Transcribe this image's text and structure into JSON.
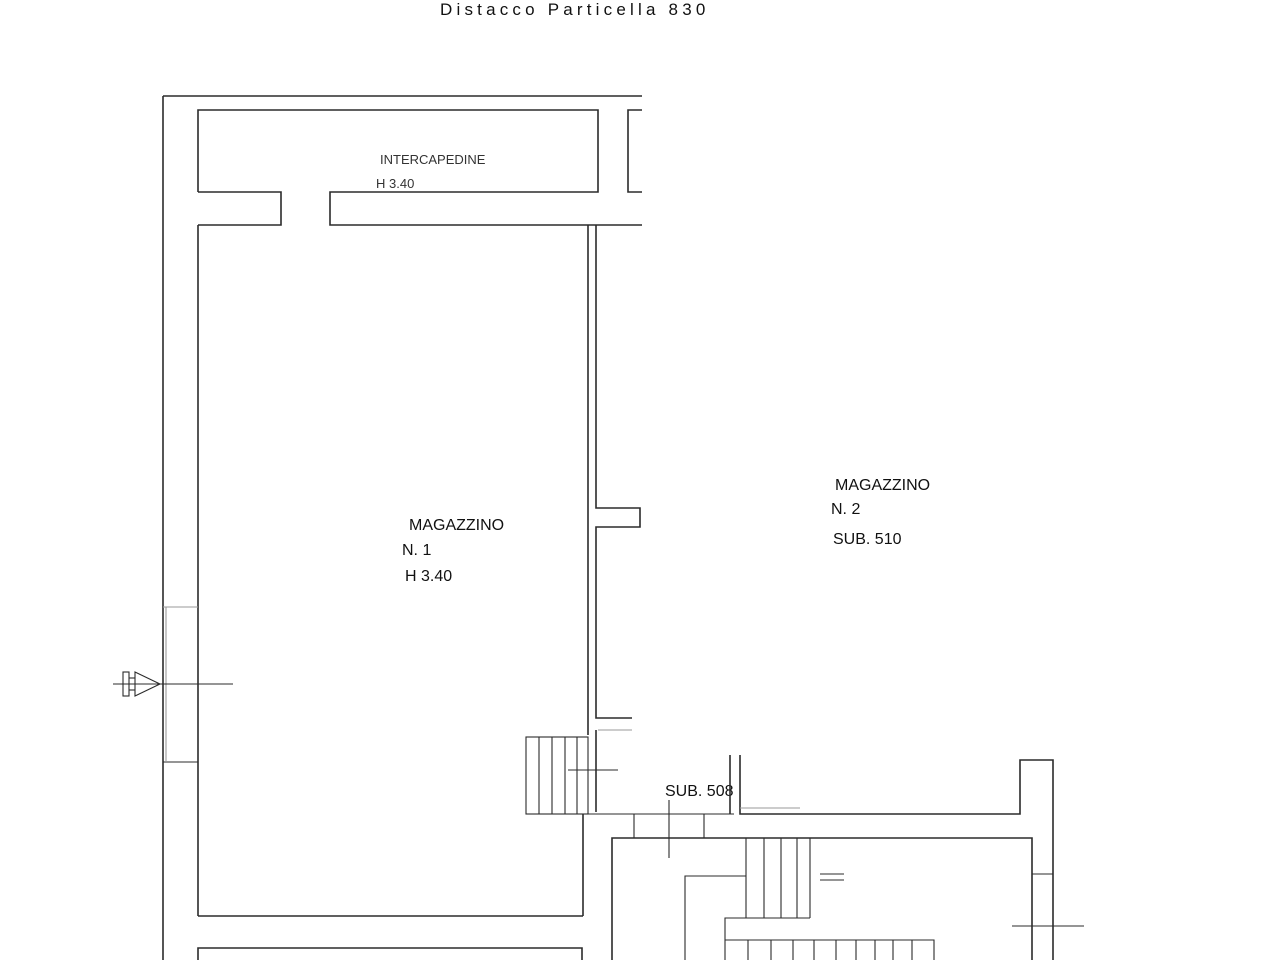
{
  "title": "Distacco Particella 830",
  "rooms": {
    "intercapedine": {
      "name": "INTERCAPEDINE",
      "height": "H 3.40"
    },
    "magazzino1": {
      "name": "MAGAZZINO",
      "number": "N. 1",
      "height": "H 3.40"
    },
    "magazzino2": {
      "name": "MAGAZZINO",
      "number": "N. 2",
      "sub": "SUB. 510"
    },
    "sub508": {
      "label": "SUB. 508"
    }
  },
  "colors": {
    "line": "#2b2b2b",
    "text": "#111111",
    "background": "#ffffff"
  }
}
